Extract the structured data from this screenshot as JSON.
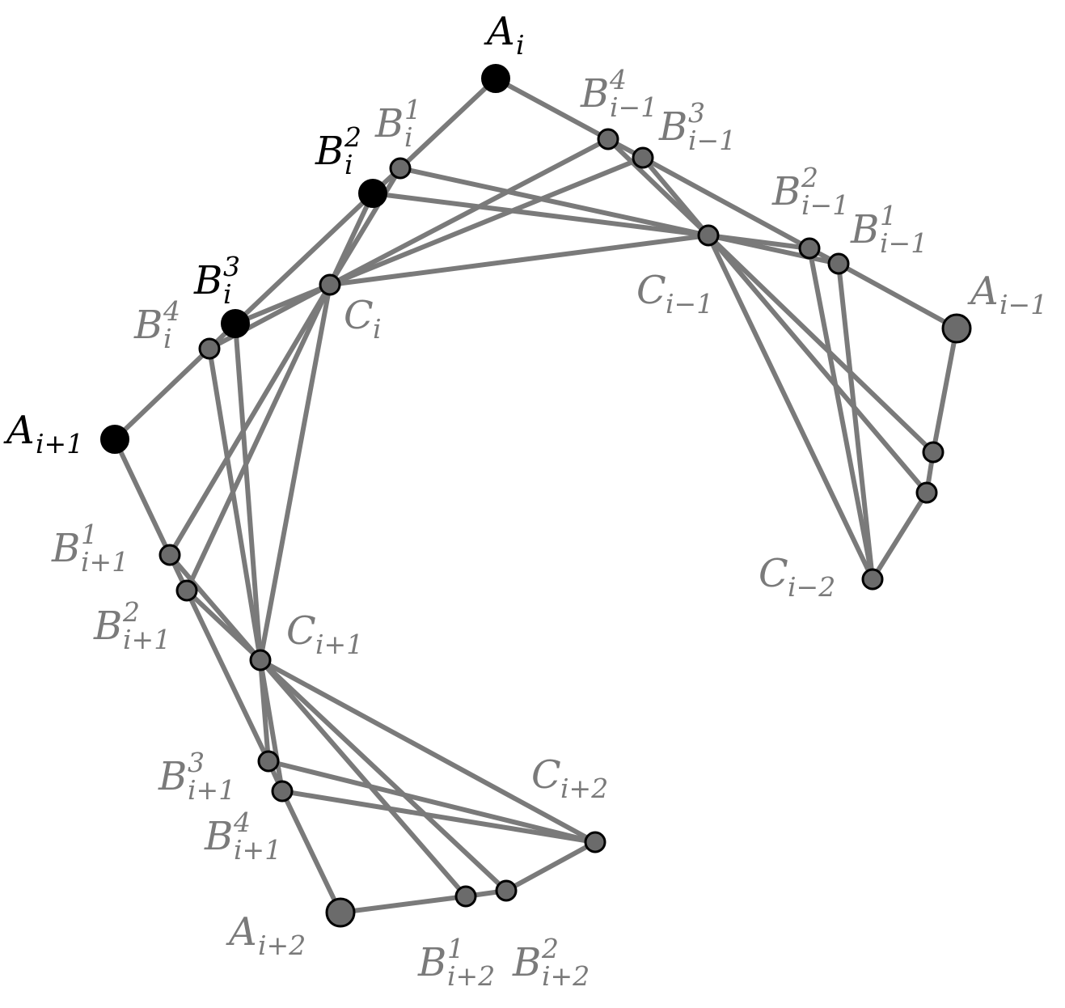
{
  "diagram": {
    "points": {
      "Ai": {
        "highlight": true,
        "label": {
          "base": "A",
          "sub": "i",
          "sup": ""
        }
      },
      "Bi1": {
        "highlight": false,
        "label": {
          "base": "B",
          "sub": "i",
          "sup": "1"
        }
      },
      "Bi2": {
        "highlight": true,
        "label": {
          "base": "B",
          "sub": "i",
          "sup": "2"
        }
      },
      "Bi3": {
        "highlight": true,
        "label": {
          "base": "B",
          "sub": "i",
          "sup": "3"
        }
      },
      "Bi4": {
        "highlight": false,
        "label": {
          "base": "B",
          "sub": "i",
          "sup": "4"
        }
      },
      "Ci": {
        "highlight": false,
        "label": {
          "base": "C",
          "sub": "i",
          "sup": ""
        }
      },
      "Ai+1": {
        "highlight": true,
        "label": {
          "base": "A",
          "sub": "i+1",
          "sup": ""
        }
      },
      "Bi+11": {
        "highlight": false,
        "label": {
          "base": "B",
          "sub": "i+1",
          "sup": "1"
        }
      },
      "Bi+12": {
        "highlight": false,
        "label": {
          "base": "B",
          "sub": "i+1",
          "sup": "2"
        }
      },
      "Ci+1": {
        "highlight": false,
        "label": {
          "base": "C",
          "sub": "i+1",
          "sup": ""
        }
      },
      "Bi+13": {
        "highlight": false,
        "label": {
          "base": "B",
          "sub": "i+1",
          "sup": "3"
        }
      },
      "Bi+14": {
        "highlight": false,
        "label": {
          "base": "B",
          "sub": "i+1",
          "sup": "4"
        }
      },
      "Ai+2": {
        "highlight": false,
        "label": {
          "base": "A",
          "sub": "i+2",
          "sup": ""
        }
      },
      "Bi+21": {
        "highlight": false,
        "label": {
          "base": "B",
          "sub": "i+2",
          "sup": "1"
        }
      },
      "Bi+22": {
        "highlight": false,
        "label": {
          "base": "B",
          "sub": "i+2",
          "sup": "2"
        }
      },
      "Ci+2": {
        "highlight": false,
        "label": {
          "base": "C",
          "sub": "i+2",
          "sup": ""
        }
      },
      "Bi-14": {
        "highlight": false,
        "label": {
          "base": "B",
          "sub": "i−1",
          "sup": "4"
        }
      },
      "Bi-13": {
        "highlight": false,
        "label": {
          "base": "B",
          "sub": "i−1",
          "sup": "3"
        }
      },
      "Ci-1": {
        "highlight": false,
        "label": {
          "base": "C",
          "sub": "i−1",
          "sup": ""
        }
      },
      "Bi-12": {
        "highlight": false,
        "label": {
          "base": "B",
          "sub": "i−1",
          "sup": "2"
        }
      },
      "Bi-11": {
        "highlight": false,
        "label": {
          "base": "B",
          "sub": "i−1",
          "sup": "1"
        }
      },
      "Ai-1": {
        "highlight": false,
        "label": {
          "base": "A",
          "sub": "i−1",
          "sup": ""
        }
      },
      "Pa": {
        "highlight": false,
        "label": null
      },
      "Pb": {
        "highlight": false,
        "label": null
      },
      "Ci-2": {
        "highlight": false,
        "label": {
          "base": "C",
          "sub": "i−2",
          "sup": ""
        }
      }
    },
    "edges": [
      [
        "Ai",
        "Bi1"
      ],
      [
        "Bi1",
        "Bi2"
      ],
      [
        "Bi2",
        "Bi3"
      ],
      [
        "Bi3",
        "Bi4"
      ],
      [
        "Bi4",
        "Ai+1"
      ],
      [
        "Ai",
        "Bi-14"
      ],
      [
        "Bi-14",
        "Bi-13"
      ],
      [
        "Bi-13",
        "Bi-12"
      ],
      [
        "Bi-12",
        "Bi-11"
      ],
      [
        "Bi-11",
        "Ai-1"
      ],
      [
        "Ai+1",
        "Bi+11"
      ],
      [
        "Bi+11",
        "Bi+12"
      ],
      [
        "Bi+12",
        "Bi+13"
      ],
      [
        "Bi+13",
        "Bi+14"
      ],
      [
        "Bi+14",
        "Ai+2"
      ],
      [
        "Ai+2",
        "Bi+21"
      ],
      [
        "Bi+21",
        "Bi+22"
      ],
      [
        "Bi+22",
        "Ci+2"
      ],
      [
        "Ai-1",
        "Pa"
      ],
      [
        "Pa",
        "Pb"
      ],
      [
        "Pb",
        "Ci-2"
      ],
      [
        "Bi1",
        "Ci-1"
      ],
      [
        "Bi2",
        "Ci-1"
      ],
      [
        "Ci",
        "Ci-1"
      ],
      [
        "Ci",
        "Bi-14"
      ],
      [
        "Ci",
        "Bi-13"
      ],
      [
        "Ci",
        "Bi1"
      ],
      [
        "Ci",
        "Bi2"
      ],
      [
        "Ci",
        "Bi3"
      ],
      [
        "Ci",
        "Bi4"
      ],
      [
        "Ci",
        "Bi+11"
      ],
      [
        "Ci",
        "Bi+12"
      ],
      [
        "Ci",
        "Ci+1"
      ],
      [
        "Bi-14",
        "Ci-1"
      ],
      [
        "Bi-13",
        "Ci-1"
      ],
      [
        "Ci-1",
        "Bi-12"
      ],
      [
        "Ci-1",
        "Bi-11"
      ],
      [
        "Ci-1",
        "Pa"
      ],
      [
        "Ci-1",
        "Pb"
      ],
      [
        "Ci-1",
        "Ci-2"
      ],
      [
        "Bi-12",
        "Ci-2"
      ],
      [
        "Bi-11",
        "Ci-2"
      ],
      [
        "Bi3",
        "Ci+1"
      ],
      [
        "Bi4",
        "Ci+1"
      ],
      [
        "Bi+11",
        "Ci+1"
      ],
      [
        "Bi+12",
        "Ci+1"
      ],
      [
        "Ci+1",
        "Bi+13"
      ],
      [
        "Ci+1",
        "Bi+14"
      ],
      [
        "Ci+1",
        "Bi+21"
      ],
      [
        "Ci+1",
        "Bi+22"
      ],
      [
        "Ci+1",
        "Ci+2"
      ],
      [
        "Bi+13",
        "Ci+2"
      ],
      [
        "Bi+14",
        "Ci+2"
      ]
    ]
  }
}
